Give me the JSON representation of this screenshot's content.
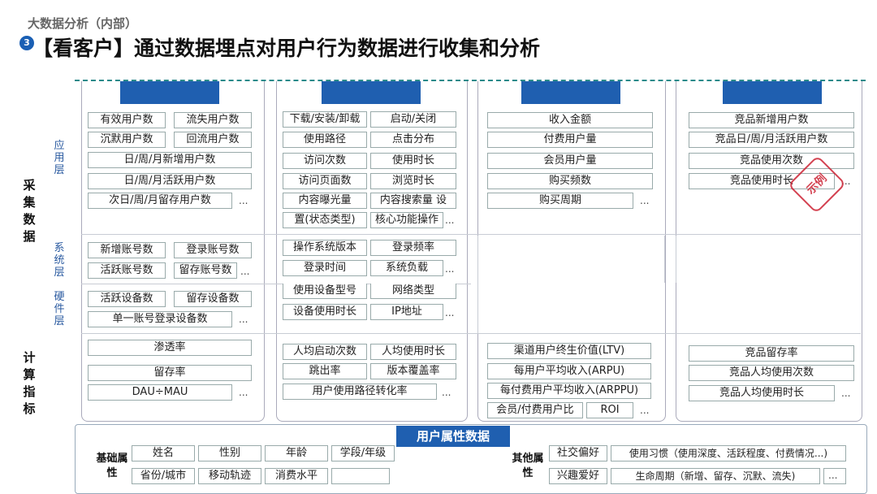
{
  "header": {
    "subtitle": "大数据分析（内部）",
    "badge": "3",
    "title": "【看客户】通过数据埋点对用户行为数据进行收集和分析"
  },
  "side": {
    "collect": "采集数据",
    "calc": "计算指标",
    "app_layer": "应用层",
    "sys_layer": "系统层",
    "hw_layer": "硬件层"
  },
  "dots": "...",
  "col1": {
    "app": [
      "有效用户数",
      "流失用户数",
      "沉默用户数",
      "回流用户数",
      "日/周/月新增用户数",
      "日/周/月活跃用户数",
      "次日/周/月留存用户数"
    ],
    "sys": [
      "新增账号数",
      "登录账号数",
      "活跃账号数",
      "留存账号数"
    ],
    "hw": [
      "活跃设备数",
      "留存设备数",
      "单一账号登录设备数"
    ],
    "calc": [
      "渗透率",
      "留存率",
      "DAU÷MAU"
    ]
  },
  "col2": {
    "app": [
      "下载/安装/卸载",
      "启动/关闭",
      "使用路径",
      "点击分布",
      "访问次数",
      "使用时长",
      "访问页面数",
      "浏览时长",
      "内容曝光量",
      "内容搜索量 设",
      "置(状态类型)",
      "核心功能操作"
    ],
    "sys": [
      "操作系统版本",
      "登录频率",
      "登录时间",
      "系统负载"
    ],
    "hw": [
      "使用设备型号",
      "网络类型",
      "设备使用时长",
      "IP地址"
    ],
    "calc": [
      "人均启动次数",
      "人均使用时长",
      "跳出率",
      "版本覆盖率",
      "用户使用路径转化率"
    ]
  },
  "col3": {
    "app": [
      "收入金额",
      "付费用户量",
      "会员用户量",
      "购买频数",
      "购买周期"
    ],
    "calc": [
      "渠道用户终生价值(LTV)",
      "每用户平均收入(ARPU)",
      "每付费用户平均收入(ARPPU)",
      "会员/付费用户比",
      "ROI"
    ]
  },
  "col4": {
    "app": [
      "竞品新增用户数",
      "竞品日/周/月活跃用户数",
      "竞品使用次数",
      "竞品使用时长"
    ],
    "calc": [
      "竞品留存率",
      "竞品人均使用次数",
      "竞品人均使用时长"
    ],
    "stamp": "示例"
  },
  "bottom": {
    "title": "用户属性数据",
    "basic_label": "基础属性",
    "basic": [
      "姓名",
      "性别",
      "年龄",
      "学段/年级",
      "省份/城市",
      "移动轨迹",
      "消费水平"
    ],
    "other_label": "其他属性",
    "other": [
      "社交偏好",
      "使用习惯（使用深度、活跃程度、付费情况...)",
      "兴趣爱好",
      "生命周期（新增、留存、沉默、流失)"
    ]
  },
  "colors": {
    "accent": "#1f5fb0",
    "frame": "#2a8a8a",
    "stamp": "#cc2233"
  }
}
